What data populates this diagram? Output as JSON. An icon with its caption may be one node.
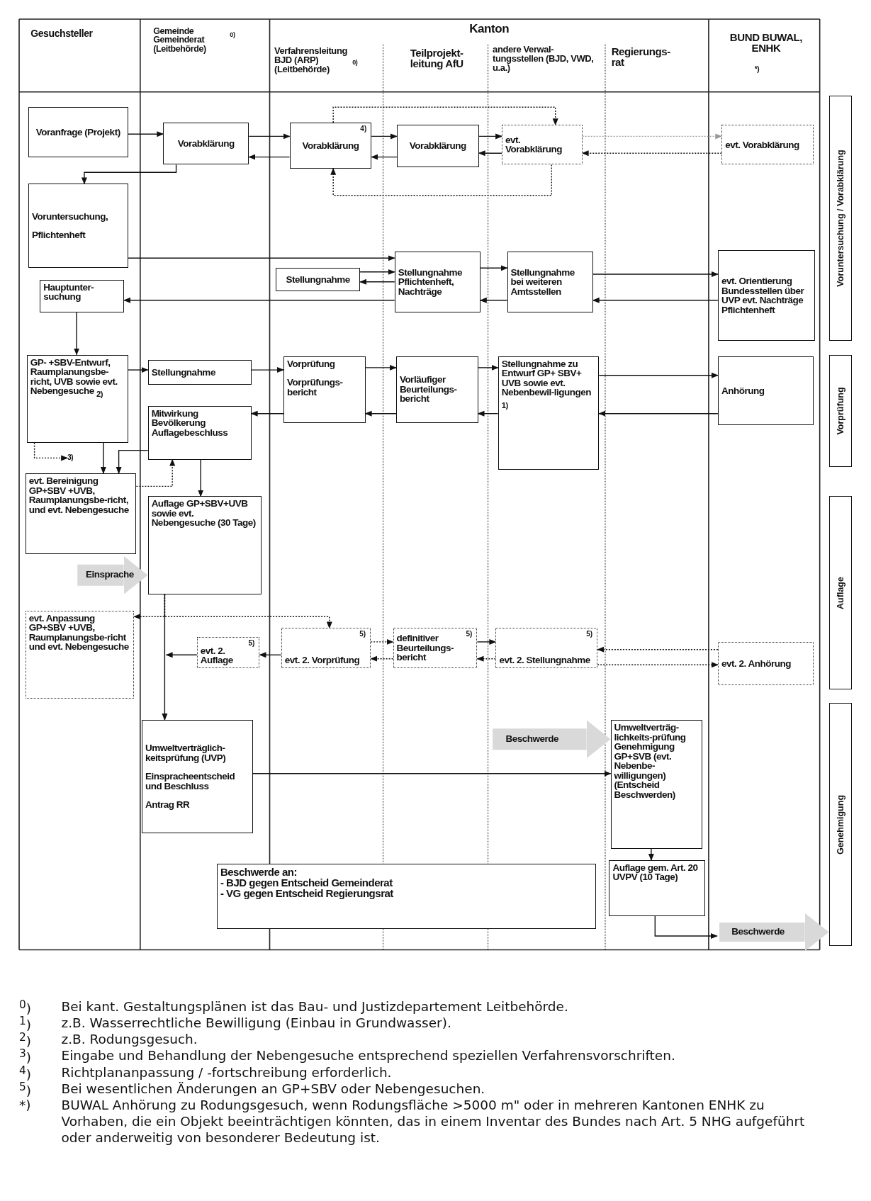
{
  "diagram": {
    "nodes": [
      {
        "text": [
          "Voranfrage (Projekt)"
        ]
      },
      {
        "text": [
          "Vorabklärung"
        ]
      },
      {
        "text": [
          "4)",
          "Vorabklärung"
        ]
      },
      {
        "text": [
          "Vorabklärung"
        ]
      },
      {
        "text": [
          "evt. Vorabklärung"
        ]
      },
      {
        "text": [
          "evt. Vorabklärung"
        ]
      },
      {
        "text": [
          "Voruntersuchung,",
          "Pflichtenheft"
        ]
      },
      {
        "text": [
          "Stellungnahme"
        ]
      },
      {
        "text": [
          "Stellungnahme Pflichtenheft, Nachträge"
        ]
      },
      {
        "text": [
          "Stellungnahme bei weiteren Amtsstellen"
        ]
      },
      {
        "text": [
          "evt. Orientierung Bundesstellen über UVP evt. Nachträge Pflichtenheft"
        ]
      },
      {
        "text": [
          "Hauptunter-suchung"
        ]
      },
      {
        "text": [
          "GP- +SBV-Entwurf, Raumplanungsbe-richt, UVB sowie evt. Nebengesuche $_{2)}$"
        ]
      },
      {
        "text": [
          "Stellungnahme"
        ]
      },
      {
        "text": [
          "Vorprüfung",
          "Vorprüfungs-bericht"
        ]
      },
      {
        "text": [
          "Vorläufiger Beurteilungs-bericht"
        ]
      },
      {
        "text": [
          "Stellungnahme zu Entwurf GP+ SBV+ UVB sowie evt. Nebenbewil-ligungen $_{1)}$"
        ]
      },
      {
        "text": [
          "Anhörung"
        ]
      },
      {
        "text": [
          "Mitwirkung Bevölkerung Auflagebeschluss"
        ]
      },
      {
        "text": [
          "evt. Bereinigung GP+SBV +UVB, Raumplanungsbe-richt, und evt. Nebengesuche"
        ]
      },
      {
        "text": [
          "Auflage GP+SBV+UVB sowie evt. Nebengesuche (30 Tage)"
        ]
      },
      {
        "text": [
          "evt. Anpassung GP+SBV +UVB, Raumplanungsbe-richt und evt. Nebengesuche"
        ]
      },
      {
        "text": [
          "5)",
          "evt. 2. Auflage"
        ]
      },
      {
        "text": [
          "5)",
          "evt. 2. Vorprüfung"
        ]
      },
      {
        "text": [
          "5)",
          "definitiver Beurteilungs-bericht"
        ]
      },
      {
        "text": [
          "5)",
          "evt. 2. Stellungnahme"
        ]
      },
      {
        "text": [
          "evt. 2. Anhörung"
        ]
      },
      {
        "text": [
          "Umweltverträglich-keitsprüfung (UVP)",
          "Einspracheentscheid und Beschluss",
          "Antrag RR"
        ]
      },
      {
        "text": [
          "Umweltverträg-lichkeits-prüfung Genehmigung GP+SVB (evt. Nebenbe-willigungen) (Entscheid Beschwerden)"
        ]
      },
      {
        "text": [
          "Beschwerde an:",
          "- BJD gegen Entscheid Gemeinderat",
          "- VG gegen Entscheid Regierungsrat"
        ]
      },
      {
        "text": [
          "Auflage gem. Art. 20 UVPV (10 Tage)"
        ]
      },
      {
        "text": [
          "3)"
        ]
      },
      {
        "text": [
          "Voruntersuchung / Vorabklärung"
        ]
      },
      {
        "text": [
          "Vorprüfung"
        ]
      },
      {
        "text": [
          "Auflage"
        ]
      },
      {
        "text": [
          "Genehmigung"
        ]
      }
    ],
    "edges": [
      {
        "from": 0,
        "to": 1,
        "arrow": "to"
      },
      {
        "from": 1,
        "to": 2,
        "arrow": "to"
      },
      {
        "from": 2,
        "to": 1,
        "arrow": "to"
      },
      {
        "from": 2,
        "to": 3,
        "arrow": "to"
      },
      {
        "from": 3,
        "to": 2,
        "arrow": "to"
      },
      {
        "from": 3,
        "to": 4,
        "arrow": "to"
      },
      {
        "from": 4,
        "to": 3,
        "arrow": "to"
      },
      {
        "from": 2,
        "to": 4,
        "arrow": "to",
        "style": "dashed"
      },
      {
        "from": 4,
        "to": 2,
        "arrow": "to",
        "style": "dashed"
      },
      {
        "from": 4,
        "to": 5,
        "arrow": "to",
        "style": "dashed",
        "color": "#999999"
      },
      {
        "from": 5,
        "to": 4,
        "arrow": "to",
        "style": "dashed"
      },
      {
        "from": 1,
        "to": 6,
        "arrow": "to"
      },
      {
        "from": 6,
        "to": 8,
        "arrow": "to"
      },
      {
        "from": 7,
        "to": 8,
        "arrow": "to"
      },
      {
        "from": 8,
        "to": 7,
        "arrow": "to"
      },
      {
        "from": 8,
        "to": 9,
        "arrow": "to"
      },
      {
        "from": 9,
        "to": 8,
        "arrow": "to"
      },
      {
        "from": 9,
        "to": 10,
        "arrow": "to"
      },
      {
        "from": 10,
        "to": 9,
        "arrow": "to"
      },
      {
        "from": 8,
        "to": 11,
        "arrow": "to"
      },
      {
        "from": 11,
        "to": 12,
        "arrow": "to"
      },
      {
        "from": 12,
        "to": 13,
        "arrow": "to"
      },
      {
        "from": 13,
        "to": 14,
        "arrow": "to"
      },
      {
        "from": 14,
        "to": 15,
        "arrow": "to"
      },
      {
        "from": 15,
        "to": 16,
        "arrow": "to"
      },
      {
        "from": 16,
        "to": 17,
        "arrow": "to"
      },
      {
        "from": 17,
        "to": 16,
        "arrow": "to"
      },
      {
        "from": 16,
        "to": 15,
        "arrow": "to"
      },
      {
        "from": 15,
        "to": 14,
        "arrow": "to"
      },
      {
        "from": 14,
        "to": 18,
        "arrow": "to"
      },
      {
        "from": 12,
        "to": 19,
        "arrow": "to"
      },
      {
        "from": 18,
        "to": 19,
        "arrow": "to"
      },
      {
        "from": 19,
        "to": 18,
        "arrow": "to",
        "style": "dashed"
      },
      {
        "from": 12,
        "to": 31,
        "arrow": "to",
        "style": "dashed"
      },
      {
        "from": 18,
        "to": 20,
        "arrow": "to"
      },
      {
        "from": 20,
        "to": 27,
        "arrow": "to"
      },
      {
        "from": 20,
        "to": 21,
        "arrow": "to",
        "style": "dashed"
      },
      {
        "from": 20,
        "to": 23,
        "arrow": "to",
        "style": "dashed"
      },
      {
        "from": 22,
        "to": null,
        "arrow": "to"
      },
      {
        "from": 23,
        "to": 22,
        "arrow": "to"
      },
      {
        "from": 23,
        "to": 24,
        "arrow": "to",
        "style": "dashed"
      },
      {
        "from": 24,
        "to": 23,
        "arrow": "to",
        "style": "dashed"
      },
      {
        "from": 24,
        "to": 25,
        "arrow": "to"
      },
      {
        "from": 25,
        "to": 24,
        "arrow": "to",
        "style": "dashed"
      },
      {
        "from": 26,
        "to": 25,
        "arrow": "to",
        "style": "dashed"
      },
      {
        "from": 25,
        "to": 26,
        "arrow": "to",
        "style": "dashed"
      },
      {
        "from": 27,
        "to": 28,
        "arrow": "to"
      },
      {
        "from": 28,
        "to": 30,
        "arrow": "to"
      },
      {
        "from": 30,
        "to": null,
        "arrow": "to"
      },
      {
        "from": null,
        "to": 20,
        "arrow": "to",
        "label": "Einsprache",
        "style": "thick",
        "color": "#d9d9d9"
      },
      {
        "from": null,
        "to": 28,
        "arrow": "to",
        "label": "Beschwerde",
        "style": "thick",
        "color": "#d9d9d9"
      },
      {
        "from": null,
        "to": 35,
        "arrow": "to",
        "label": "Beschwerde",
        "style": "thick",
        "color": "#d9d9d9"
      }
    ],
    "labels": [
      "Gesuchsteller",
      "Gemeinde Gemeinderat (Leitbehörde)",
      "0)",
      "Kanton",
      "Verfahrensleitung BJD (ARP) (Leitbehörde)",
      "0)",
      "Teilprojekt-leitung AfU",
      "andere Verwal-tungsstellen (BJD, VWD, u.a.)",
      "Regierungs-rat",
      "BUND BUWAL, ENHK",
      "*)",
      "$^{0}$)",
      "Bei kant. Gestaltungsplänen ist das Bau- und Justizdepartement Leitbehörde.",
      "$^{1}$)",
      "z.B. Wasserrechtliche Bewilligung (Einbau in Grundwasser).",
      "$^{2}$)",
      "z.B. Rodungsgesuch.",
      "$^{3}$)",
      "Eingabe und Behandlung der Nebengesuche entsprechend speziellen Verfahrensvorschriften.",
      "$^{4}$)",
      "Richtplananpassung / -fortschreibung erforderlich.",
      "$^{5}$)",
      "Bei wesentlichen Änderungen an GP+SBV oder Nebengesuchen.",
      "*)",
      "BUWAL Anhörung zu Rodungsgesuch, wenn Rodungsfläche >5000 m\" oder in mehreren Kantonen ENHK zu Vorhaben, die ein Objekt beeinträchtigen könnten, das in einem Inventar des Bundes nach Art. 5 NHG aufgeführt oder anderweitig von besonderer Bedeutung ist."
    ]
  }
}
